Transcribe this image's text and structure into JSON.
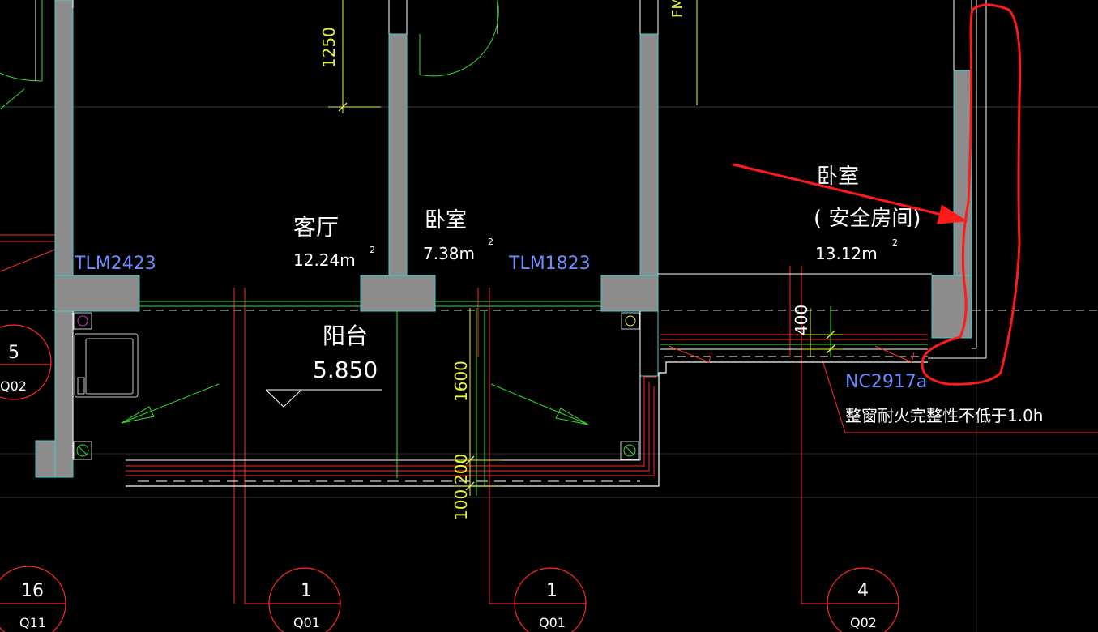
{
  "colors": {
    "background": "#000000",
    "wall_fill": "#8c8c8c",
    "wall_edge": "#3fd1d1",
    "axis": "#ff2a2a",
    "dimension": "#e6f23a",
    "green": "#2fe02f",
    "room_text": "#ffffff",
    "tag_text": "#6d8cff",
    "annotation": "#ff1a1a"
  },
  "rooms": {
    "living": {
      "name": "客厅",
      "area": "12.24m",
      "sup": "2"
    },
    "bedroom_mid": {
      "name": "卧室",
      "area": "7.38m",
      "sup": "2"
    },
    "bedroom_right": {
      "name": "卧室",
      "subtitle": "( 安全房间)",
      "area": "13.12m",
      "sup": "2"
    },
    "balcony": {
      "name": "阳台",
      "elevation": "5.850"
    }
  },
  "tags": {
    "door_left": "TLM2423",
    "door_mid": "TLM1823",
    "door_top": "FM",
    "window": "NC2917a",
    "window_note": "整窗耐火完整性不低于1.0h"
  },
  "dimensions": {
    "d1250": "1250",
    "d400": "400",
    "d1600": "1600",
    "d200": "200",
    "d100": "100"
  },
  "axes": [
    {
      "id": "left",
      "num": "5",
      "ref": "Q02"
    },
    {
      "id": "bl",
      "num": "16",
      "ref": "Q11"
    },
    {
      "id": "b1",
      "num": "1",
      "ref": "Q01"
    },
    {
      "id": "b2",
      "num": "1",
      "ref": "Q01"
    },
    {
      "id": "b3",
      "num": "4",
      "ref": "Q02"
    }
  ],
  "icons": {
    "vent": "vent-symbol-icon",
    "drain": "floor-drain-icon",
    "washer": "washing-machine-icon",
    "arrow": "red-annotation-arrow-icon",
    "marker": "elevation-marker-icon"
  }
}
